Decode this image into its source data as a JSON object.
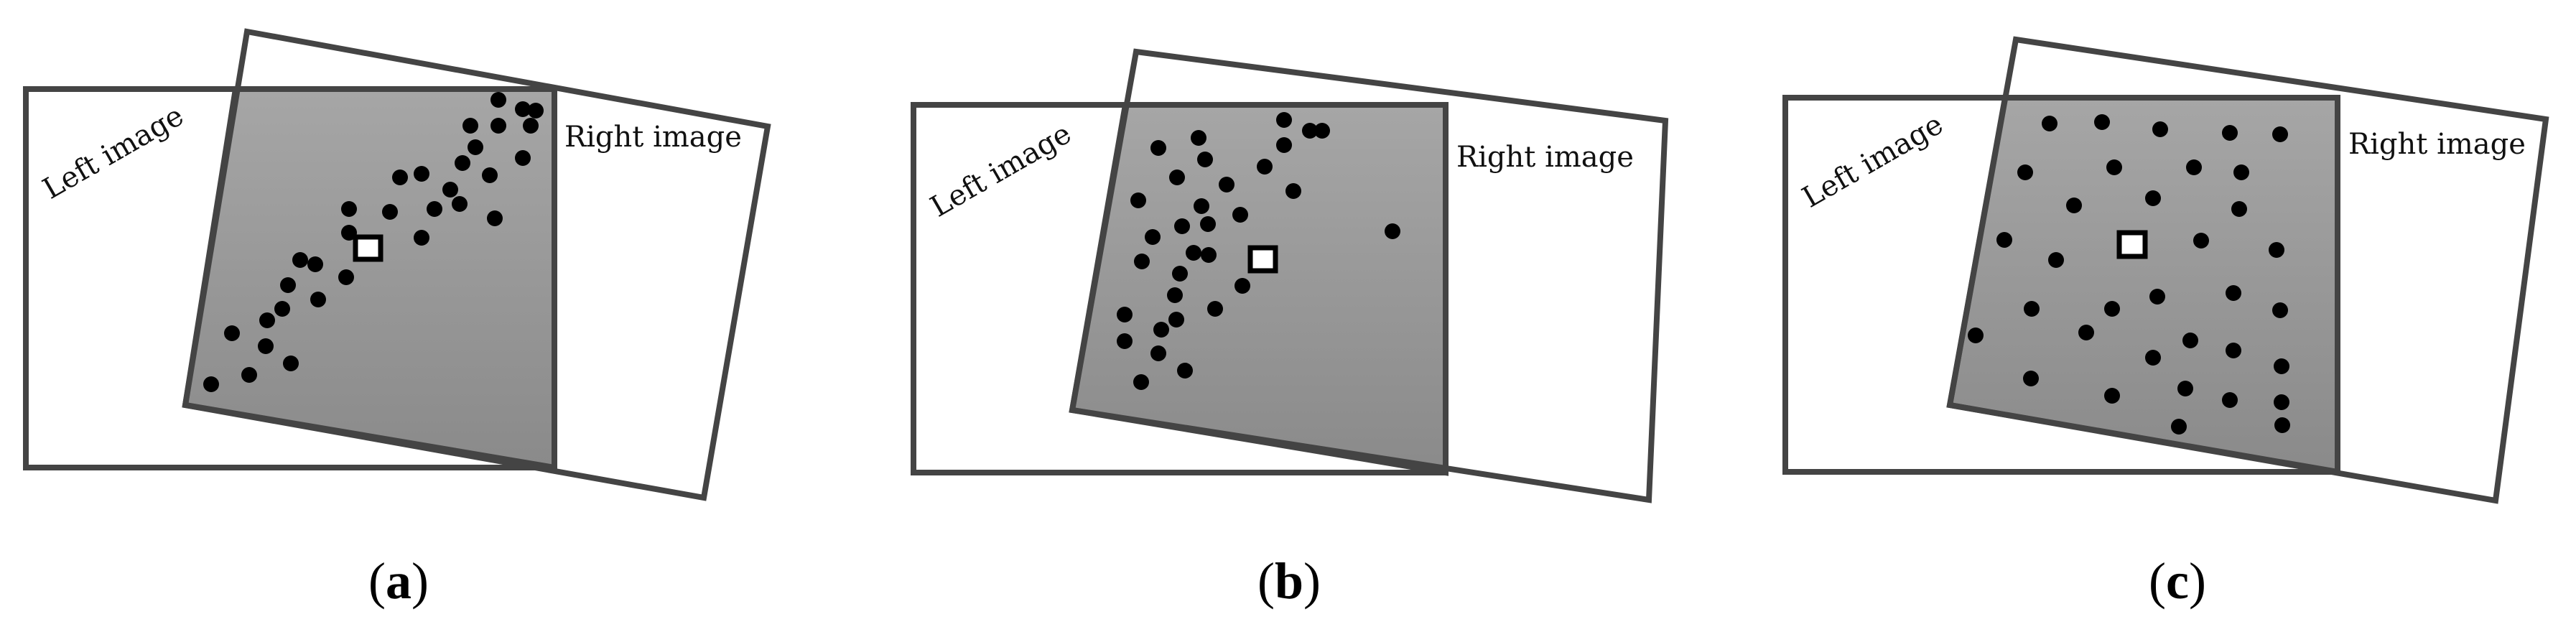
{
  "panels": [
    {
      "id": "a",
      "left_label": "Left image",
      "right_label": "Right image",
      "caption_open": "(",
      "caption_letter": "a",
      "caption_close": ")"
    },
    {
      "id": "b",
      "left_label": "Left image",
      "right_label": "Right image",
      "caption_open": "(",
      "caption_letter": "b",
      "caption_close": ")"
    },
    {
      "id": "c",
      "left_label": "Left image",
      "right_label": "Right image",
      "caption_open": "(",
      "caption_letter": "c",
      "caption_close": ")"
    }
  ],
  "colors": {
    "overlap_top": "#a6a6a6",
    "overlap_bottom": "#8a8a8a",
    "outline": "#444444",
    "points": "#000000"
  }
}
